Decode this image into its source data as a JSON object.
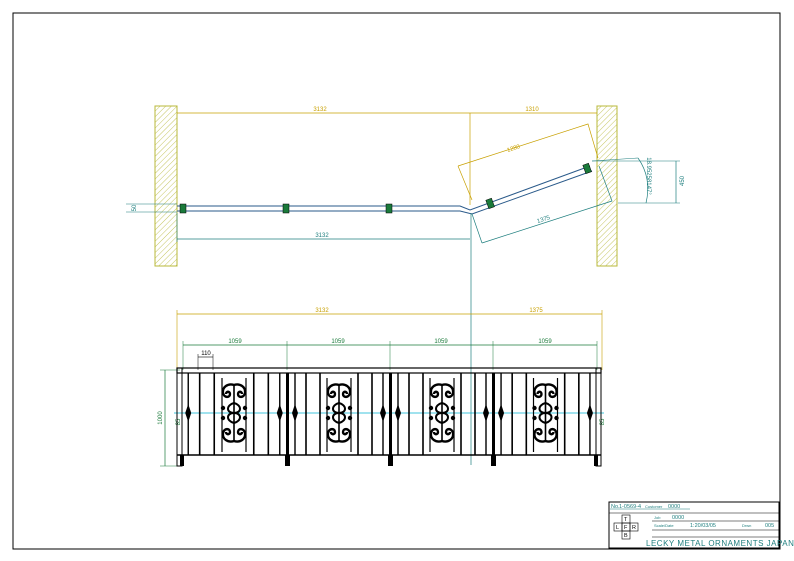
{
  "colors": {
    "frame": "#000000",
    "wall": "#b8b83a",
    "dim_gold": "#c8a000",
    "dim_teal": "#1f7f7f",
    "rail": "#2a5a8a",
    "post": "#1a7a3a",
    "iron": "#000000",
    "cyan": "#00b0d0"
  },
  "plan": {
    "dim_top_left": "3132",
    "dim_top_right": "1310",
    "dim_diag_upper": "1280",
    "dim_diag_lower": "1375",
    "dim_bottom": "3132",
    "dim_rise": "450",
    "dim_angle": "18.95258147°",
    "dim_wall_offset": "50"
  },
  "elevation": {
    "dim_total_left": "3132",
    "dim_total_right": "1375",
    "panel_dims": [
      "1059",
      "1059",
      "1059",
      "1059"
    ],
    "dim_bar_gap": "110",
    "dim_height": "1000",
    "dim_side_left": "85",
    "dim_side_right": "85"
  },
  "title_block": {
    "drawing_no_label": "No.",
    "drawing_no": "1-0569-4",
    "customer_label": "Customer",
    "customer_code": "0000",
    "site_label": "Job",
    "site_code": "0000",
    "scale_label": "Scale/Date",
    "scale": "1:20/03/05",
    "sheet_label": "Drwn",
    "sheet": "005",
    "box_letters": [
      "T",
      "L",
      "F",
      "R",
      "B"
    ],
    "company": "LECKY METAL ORNAMENTS JAPAN"
  }
}
